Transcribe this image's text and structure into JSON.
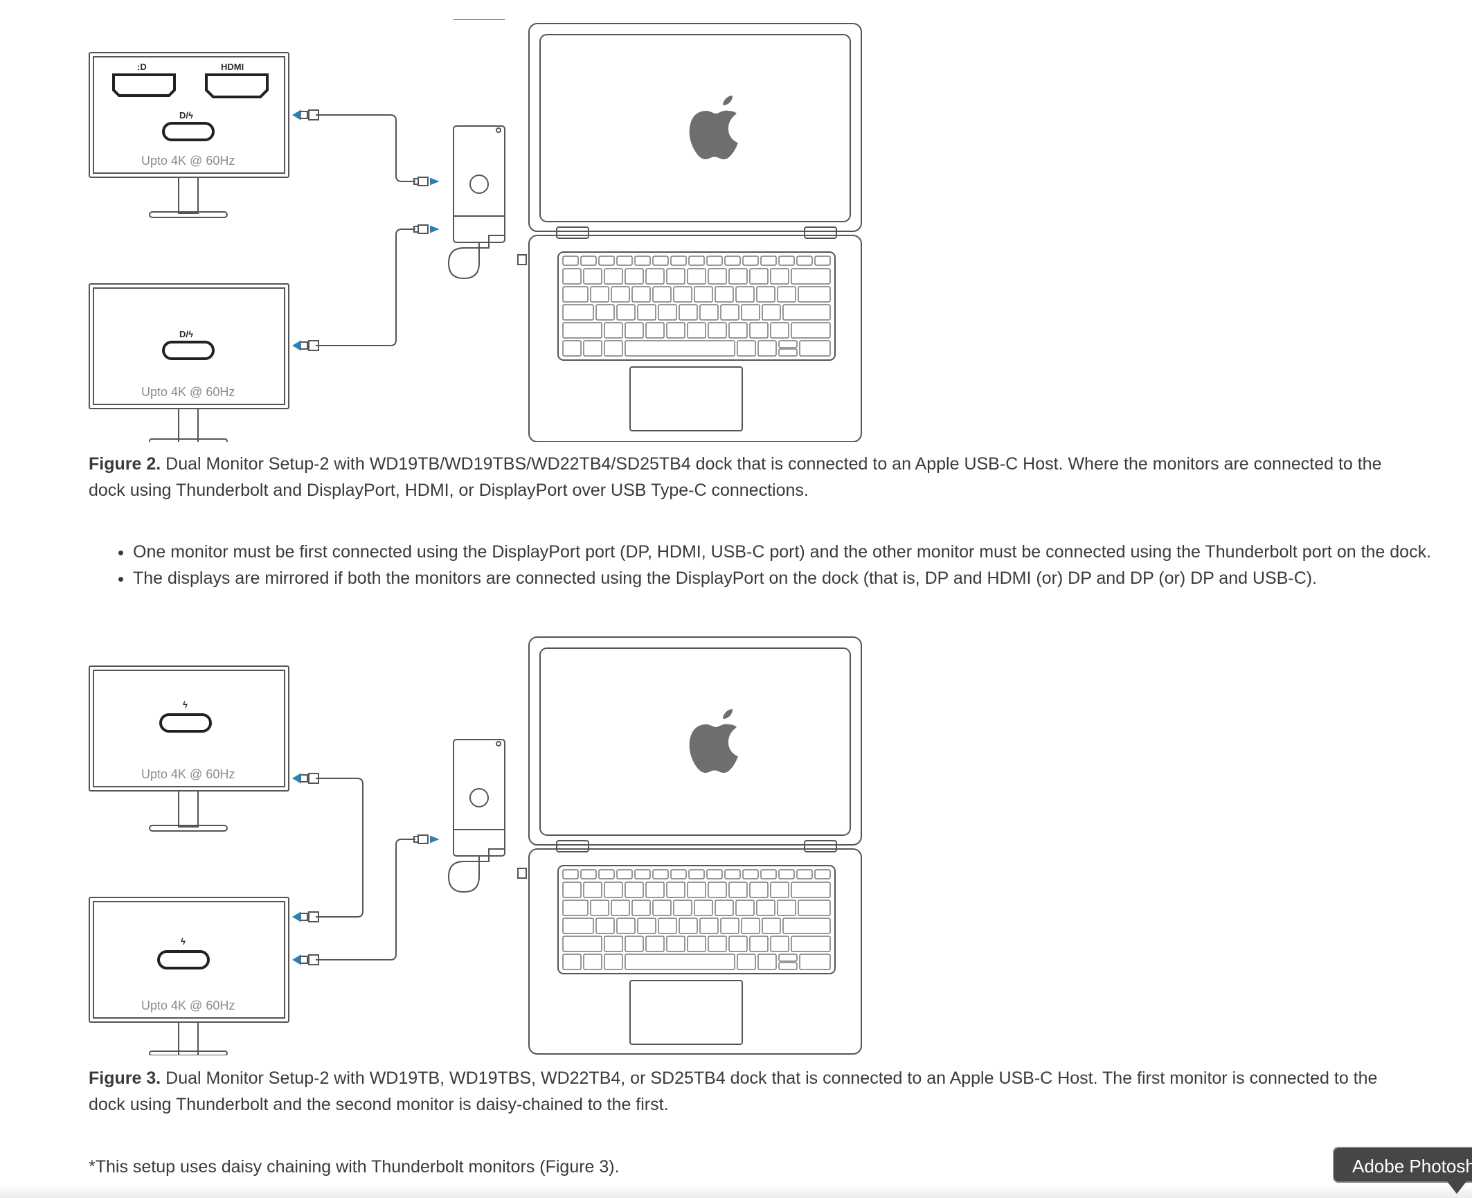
{
  "figure2": {
    "monitor_top_label": "Upto 4K @ 60Hz",
    "monitor_bottom_label": "Upto 4K @ 60Hz",
    "port_dp_label": ":D",
    "port_hdmi_label": "HDMI",
    "port_dp_tb_label": "D/ϟ",
    "caption_prefix": "Figure 2.",
    "caption_text": " Dual Monitor Setup-2 with WD19TB/WD19TBS/WD22TB4/SD25TB4 dock that is connected to an Apple USB-C Host. Where the monitors are connected to the dock using Thunderbolt and DisplayPort, HDMI, or DisplayPort over USB Type-C connections."
  },
  "bullets": [
    "One monitor must be first connected using the DisplayPort port (DP, HDMI, USB-C port) and the other monitor must be connected using the Thunderbolt port on the dock.",
    "The displays are mirrored if both the monitors are connected using the DisplayPort on the dock (that is, DP and HDMI (or) DP and DP (or) DP and USB-C)."
  ],
  "figure3": {
    "monitor_top_label": "Upto 4K @ 60Hz",
    "monitor_bottom_label": "Upto 4K @ 60Hz",
    "port_tb_label": "ϟ",
    "caption_prefix": "Figure 3.",
    "caption_text": " Dual Monitor Setup-2 with WD19TB, WD19TBS, WD22TB4, or SD25TB4 dock that is connected to an Apple USB-C Host. The first monitor is connected to the dock using Thunderbolt and the second monitor is daisy-chained to the first."
  },
  "footnote": "*This setup uses daisy chaining with Thunderbolt monitors (Figure 3).",
  "tooltip": {
    "label": "Adobe Photoshop"
  },
  "colors": {
    "text": "#3a3a3a",
    "line": "#555555",
    "arrow": "#2f7fb3",
    "apple": "#6e6e6e"
  }
}
